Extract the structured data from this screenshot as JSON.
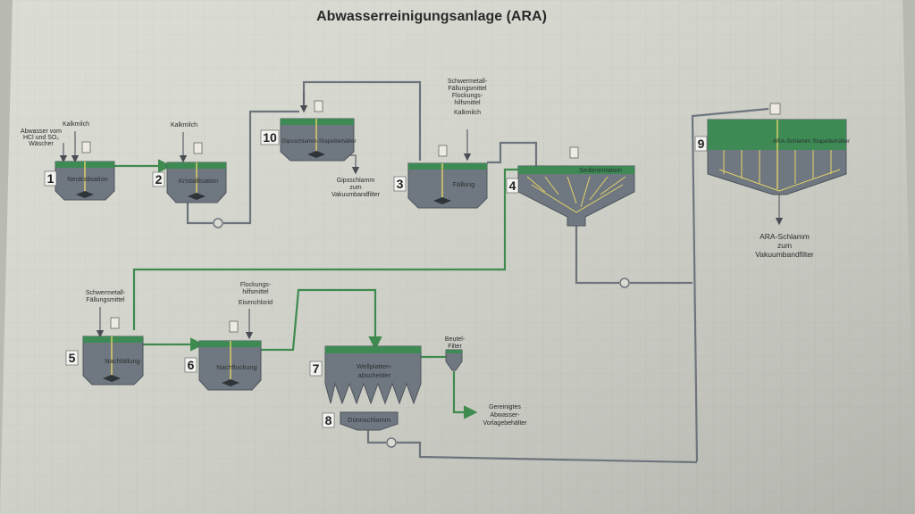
{
  "title": "Abwasserreinigungsanlage (ARA)",
  "colors": {
    "background": "#d9dbd2",
    "tank": "#6f7780",
    "liquid": "#3d8a55",
    "process_pipe": "#3f8a4e",
    "sludge_pipe": "#6d747c",
    "shaft": "#e6d36a"
  },
  "units": [
    {
      "number": "1",
      "name": "Neutralisation"
    },
    {
      "number": "2",
      "name": "Kristallisation"
    },
    {
      "number": "10",
      "name": "Gipsschlamm-Stapelbehälter"
    },
    {
      "number": "3",
      "name": "Fällung"
    },
    {
      "number": "4",
      "name": "Sedimentation"
    },
    {
      "number": "9",
      "name": "ARA-Schlamm Stapelbehälter"
    },
    {
      "number": "5",
      "name": "Nachfällung"
    },
    {
      "number": "6",
      "name": "Nachflockung"
    },
    {
      "number": "7",
      "name_line1": "Wellplatten-",
      "name_line2": "abscheider"
    },
    {
      "number": "8",
      "name": "Dünnschlamm"
    }
  ],
  "feeds": {
    "abwasser_line1": "Abwasser vom",
    "abwasser_line2": "HCl und SO₂",
    "abwasser_line3": "Wäscher",
    "kalkmilch_1": "Kalkmilch",
    "kalkmilch_2": "Kalkmilch",
    "schwermetall3_line1": "Schwermetall-",
    "schwermetall3_line2": "Fällungsmittel",
    "flockung3_line1": "Flockungs-",
    "flockung3_line2": "hilfsmittel",
    "kalkmilch_3": "Kalkmilch",
    "schwermetall5_line1": "Schwermetall-",
    "schwermetall5_line2": "Fällungsmittel",
    "flockung6_line1": "Flockungs-",
    "flockung6_line2": "hilfsmittel",
    "eisenchlorid": "Eisenchlorid"
  },
  "outputs": {
    "gips_line1": "Gipsschlamm",
    "gips_line2": "zum",
    "gips_line3": "Vakuumbandfilter",
    "ara_line1": "ARA-Schlamm",
    "ara_line2": "zum",
    "ara_line3": "Vakuumbandfilter",
    "beutel_line1": "Beutel-",
    "beutel_line2": "Filter",
    "gereinigt_line1": "Gereinigtes",
    "gereinigt_line2": "Abwasser-",
    "gereinigt_line3": "Vorlagebehälter"
  }
}
